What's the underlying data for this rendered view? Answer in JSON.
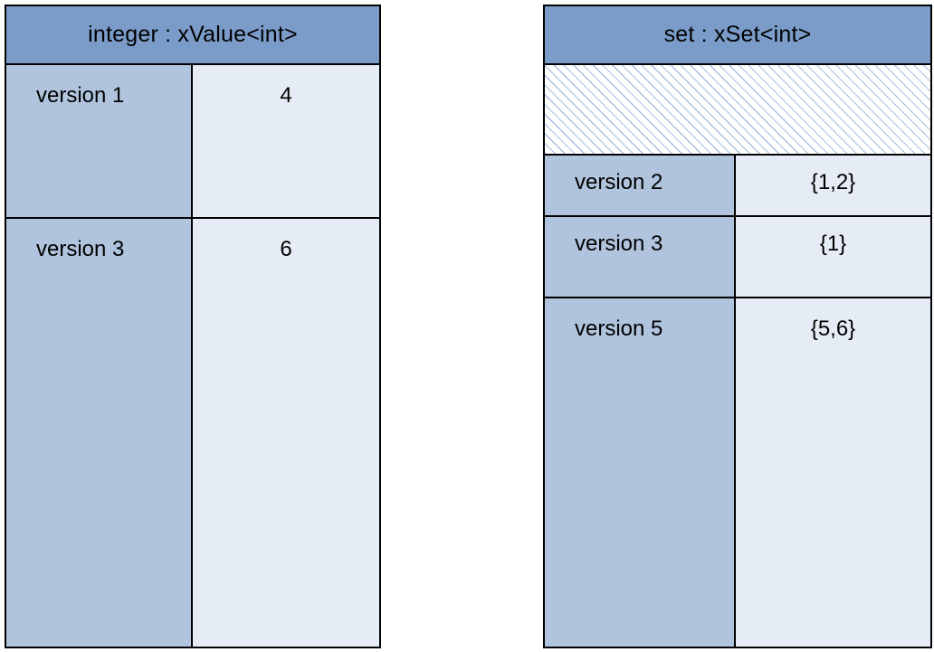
{
  "diagram": {
    "background_color": "#ffffff",
    "palette": {
      "header_fill": "#7b9cc8",
      "label_cell_fill": "#b0c4de",
      "value_cell_fill": "#e6ecf5",
      "hatch_line": "#a9bfe0",
      "border": "#000000"
    },
    "tables": [
      {
        "id": "integer",
        "title": "integer : xValue<int>",
        "has_hatched_band": false,
        "rows": [
          {
            "label": "version 1",
            "value": "4"
          },
          {
            "label": "version 3",
            "value": "6"
          }
        ]
      },
      {
        "id": "set",
        "title": "set : xSet<int>",
        "has_hatched_band": true,
        "hatched_band_name": "hatched-placeholder-band",
        "rows": [
          {
            "label": "version 2",
            "value": "{1,2}"
          },
          {
            "label": "version 3",
            "value": "{1}"
          },
          {
            "label": "version 5",
            "value": "{5,6}"
          }
        ]
      }
    ]
  }
}
